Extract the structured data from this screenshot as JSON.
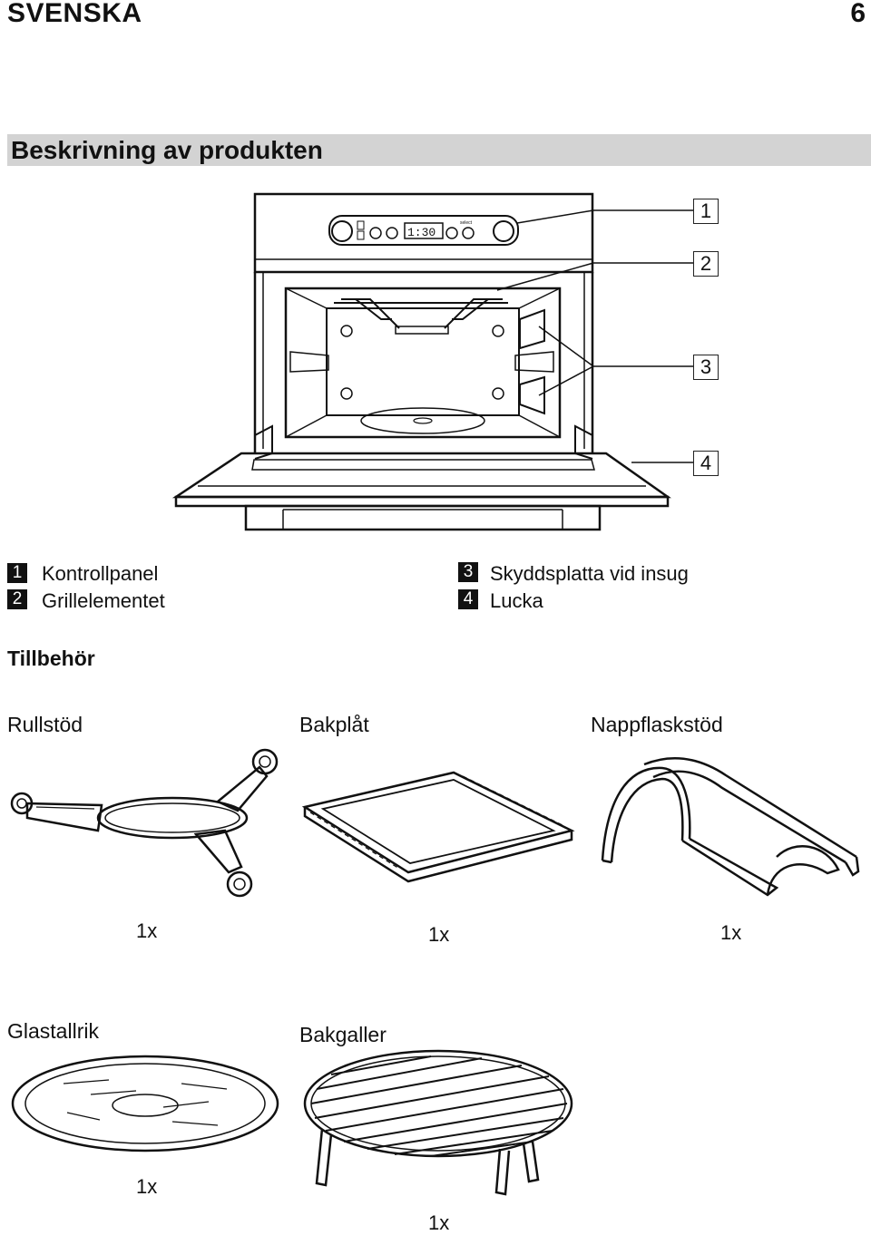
{
  "header": {
    "language": "SVENSKA",
    "page_number": "6"
  },
  "section": {
    "title": "Beskrivning av produkten"
  },
  "diagram": {
    "display_time": "1:30",
    "display_label": "select",
    "callouts": [
      "1",
      "2",
      "3",
      "4"
    ]
  },
  "legend": [
    {
      "number": "1",
      "label": "Kontrollpanel"
    },
    {
      "number": "2",
      "label": "Grillelementet"
    },
    {
      "number": "3",
      "label": "Skyddsplatta vid insug"
    },
    {
      "number": "4",
      "label": "Lucka"
    }
  ],
  "accessories": {
    "heading": "Tillbehör",
    "items": [
      {
        "name": "Rullstöd",
        "quantity": "1x"
      },
      {
        "name": "Bakplåt",
        "quantity": "1x"
      },
      {
        "name": "Nappflaskstöd",
        "quantity": "1x"
      },
      {
        "name": "Glastallrik",
        "quantity": "1x"
      },
      {
        "name": "Bakgaller",
        "quantity": "1x"
      }
    ]
  }
}
